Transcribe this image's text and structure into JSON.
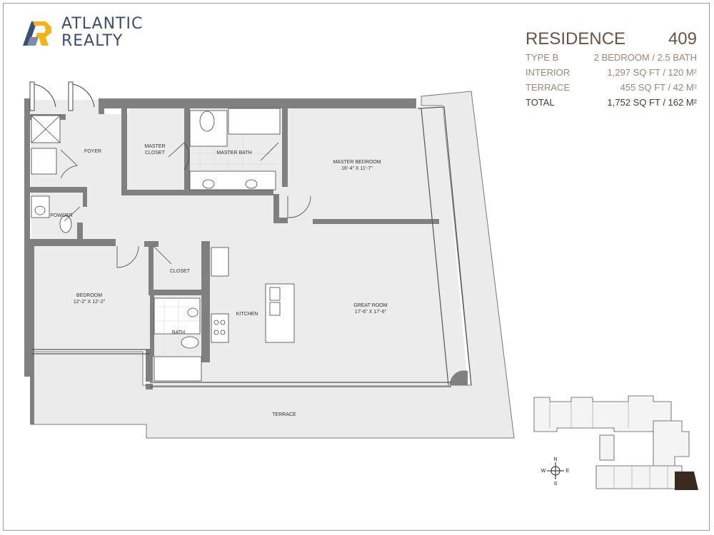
{
  "brand": {
    "name_line1": "ATLANTIC",
    "name_line2": "REALTY",
    "accent_color": "#f2b31b",
    "primary_color": "#3d4f6e"
  },
  "residence": {
    "label": "RESIDENCE",
    "number": "409",
    "rows": [
      {
        "label": "TYPE B",
        "value": "2 BEDROOM / 2.5 BATH"
      },
      {
        "label": "INTERIOR",
        "value": "1,297 SQ FT / 120 M²"
      },
      {
        "label": "TERRACE",
        "value": "455 SQ FT / 42 M²"
      },
      {
        "label": "TOTAL",
        "value": "1,752 SQ FT / 162 M²"
      }
    ]
  },
  "rooms": {
    "foyer": "FOYER",
    "master_closet_1": "MASTER",
    "master_closet_2": "CLOSET",
    "master_bath": "MASTER BATH",
    "master_bedroom": "MASTER BEDROOM",
    "master_bedroom_dim": "16'-4\" X 11'-7\"",
    "powder": "POWDER",
    "closet": "CLOSET",
    "bedroom": "BEDROOM",
    "bedroom_dim": "12'-2\" X 12'-2\"",
    "bath": "BATH",
    "kitchen": "KITCHEN",
    "great_room": "GREAT ROOM",
    "great_room_dim": "17'-6\" X 17'-6\"",
    "terrace": "TERRACE"
  },
  "compass": {
    "n": "N",
    "s": "S",
    "e": "E",
    "w": "W"
  },
  "colors": {
    "wall": "#808080",
    "floor": "#ebebeb",
    "highlight_unit": "#3a2a1e"
  }
}
